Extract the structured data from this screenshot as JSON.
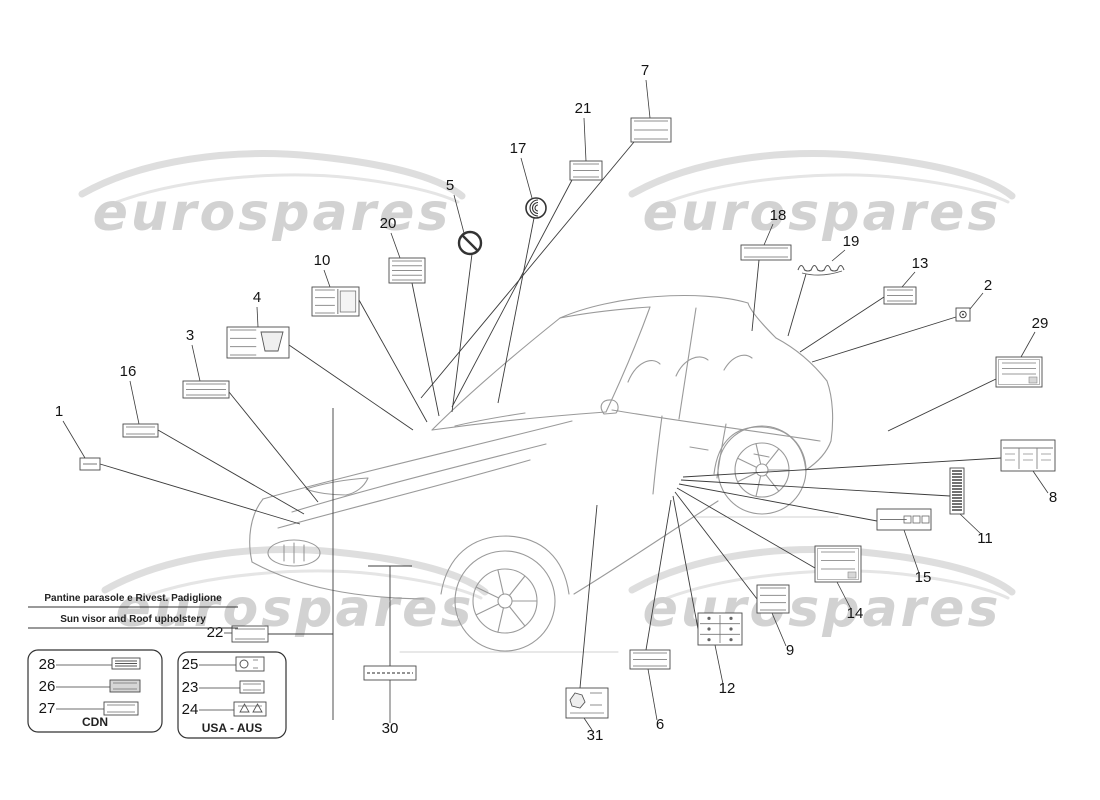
{
  "watermark_text": "eurospares",
  "footnote": {
    "line1": "Pantine parasole e Rivest. Padiglione",
    "line2": "Sun visor and Roof upholstery"
  },
  "region_groups": {
    "cdn": {
      "label": "CDN"
    },
    "usa_aus": {
      "label": "USA - AUS"
    }
  },
  "colors": {
    "leader_line": "#3c3c3c",
    "car_outline": "#9a9a9a",
    "watermark": "#d2d2d2",
    "sticker_border": "#4a4a4a"
  },
  "callouts": [
    {
      "number": "1",
      "sticker": "small-text-label"
    },
    {
      "number": "2",
      "sticker": "pictogram-label"
    },
    {
      "number": "3",
      "sticker": "wide-text-label"
    },
    {
      "number": "4",
      "sticker": "label-with-visor-pictogram"
    },
    {
      "number": "5",
      "sticker": "prohibition-symbol"
    },
    {
      "number": "6",
      "sticker": "text-label"
    },
    {
      "number": "7",
      "sticker": "text-label"
    },
    {
      "number": "8",
      "sticker": "tire-pressure-label"
    },
    {
      "number": "9",
      "sticker": "text-label"
    },
    {
      "number": "10",
      "sticker": "two-column-label"
    },
    {
      "number": "11",
      "sticker": "barcode-strip"
    },
    {
      "number": "12",
      "sticker": "pictogram-grid-label"
    },
    {
      "number": "13",
      "sticker": "text-label"
    },
    {
      "number": "14",
      "sticker": "certification-label"
    },
    {
      "number": "15",
      "sticker": "strip-label-with-icons"
    },
    {
      "number": "16",
      "sticker": "strip-label"
    },
    {
      "number": "17",
      "sticker": "radio-interference-symbol"
    },
    {
      "number": "18",
      "sticker": "strip-label"
    },
    {
      "number": "19",
      "sticker": "script-badge"
    },
    {
      "number": "20",
      "sticker": "dense-text-label"
    },
    {
      "number": "21",
      "sticker": "text-label"
    },
    {
      "number": "22",
      "sticker": "text-label"
    },
    {
      "number": "23",
      "sticker": "text-label"
    },
    {
      "number": "24",
      "sticker": "warning-triangles-label"
    },
    {
      "number": "25",
      "sticker": "label-with-circle-symbol"
    },
    {
      "number": "26",
      "sticker": "gray-label"
    },
    {
      "number": "27",
      "sticker": "text-label"
    },
    {
      "number": "28",
      "sticker": "striped-label"
    },
    {
      "number": "29",
      "sticker": "certification-label"
    },
    {
      "number": "30",
      "sticker": "thin-strip-label"
    },
    {
      "number": "31",
      "sticker": "label-with-map"
    }
  ]
}
